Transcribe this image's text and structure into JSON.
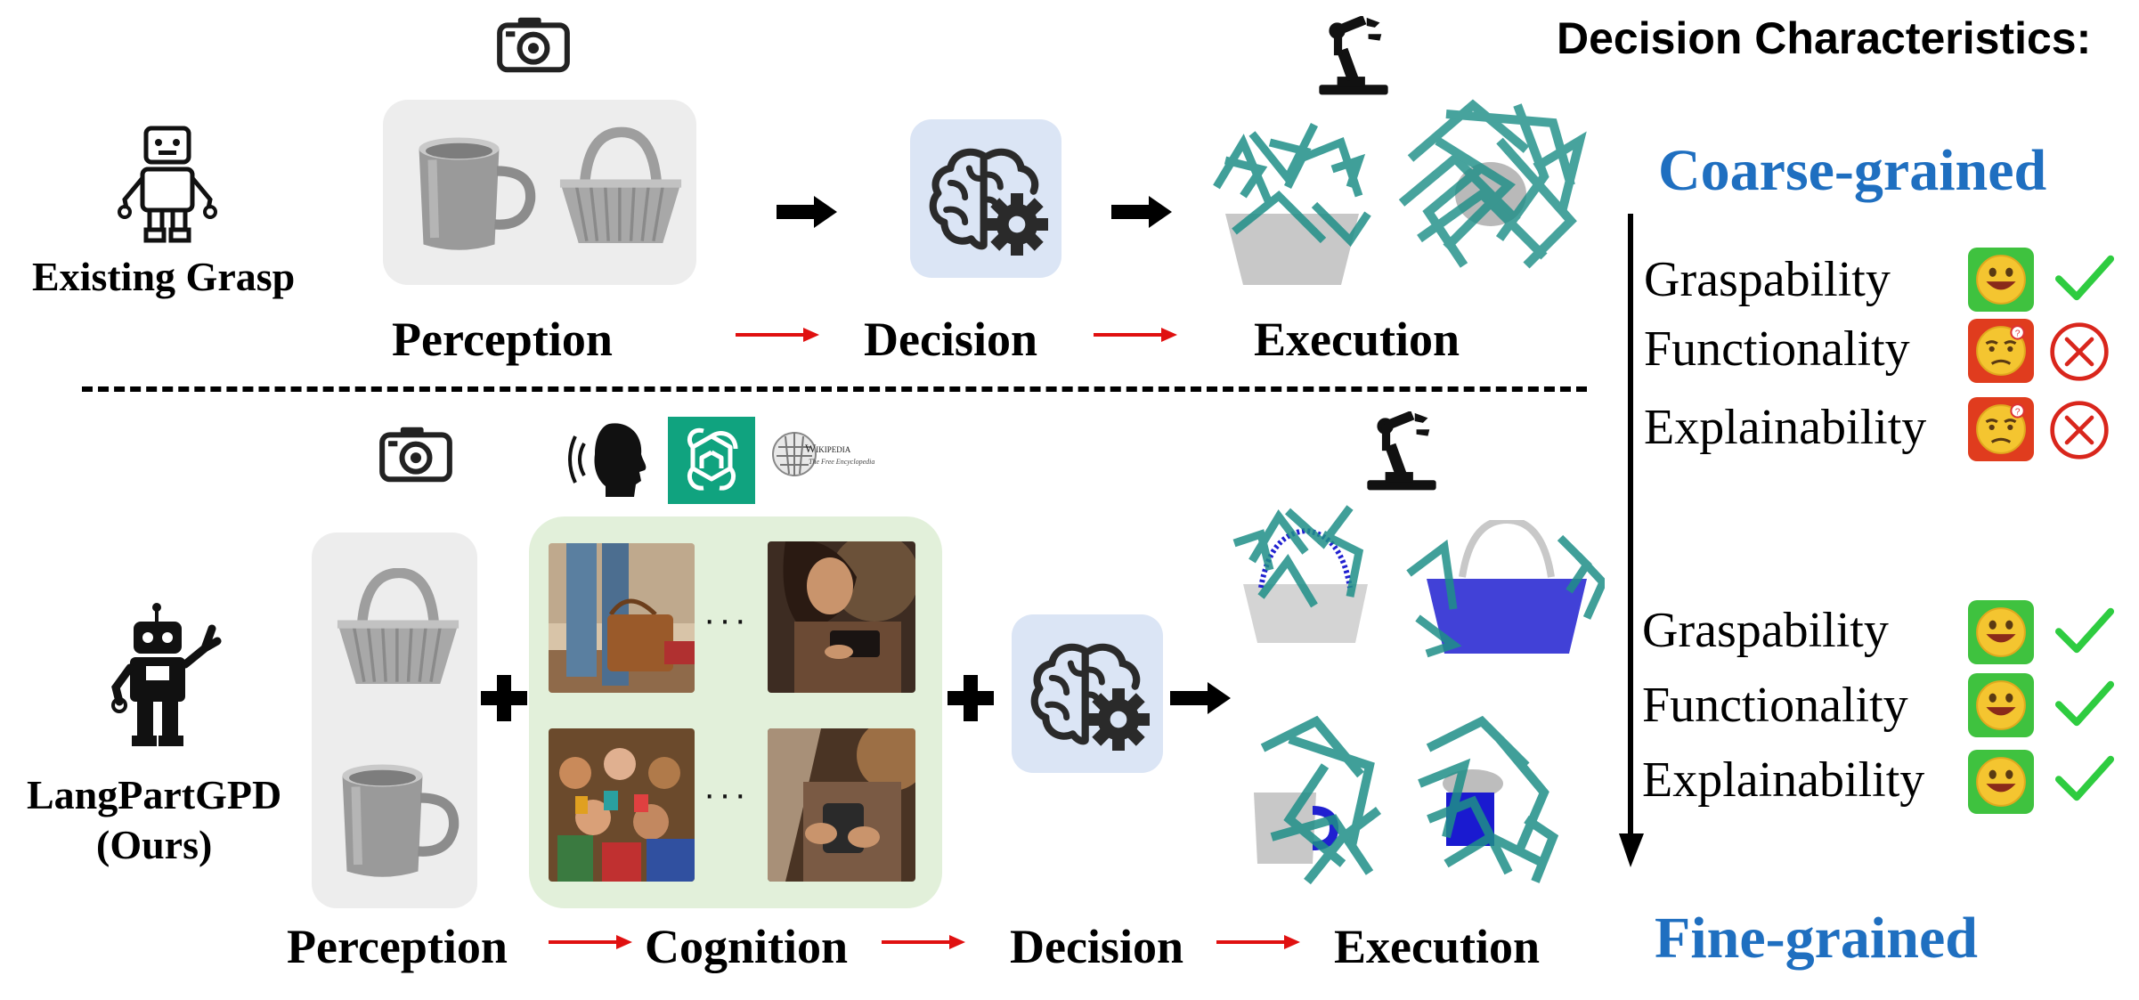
{
  "header": {
    "decision_characteristics": "Decision Characteristics:"
  },
  "top_row": {
    "method_label": "Existing Grasp",
    "stages": [
      "Perception",
      "Decision",
      "Execution"
    ]
  },
  "bottom_row": {
    "method_label_line1": "LangPartGPD",
    "method_label_line2": "(Ours)",
    "stages": [
      "Perception",
      "Cognition",
      "Decision",
      "Execution"
    ],
    "ellipsis": "···",
    "wiki_title": "Wikipedia",
    "wiki_subtitle": "The Free Encyclopedia"
  },
  "characteristics": {
    "coarse_title": "Coarse-grained",
    "fine_title": "Fine-grained",
    "coarse": [
      {
        "label": "Graspability",
        "status": "good"
      },
      {
        "label": "Functionality",
        "status": "bad"
      },
      {
        "label": "Explainability",
        "status": "bad"
      }
    ],
    "fine": [
      {
        "label": "Graspability",
        "status": "good"
      },
      {
        "label": "Functionality",
        "status": "good"
      },
      {
        "label": "Explainability",
        "status": "good"
      }
    ]
  },
  "colors": {
    "accent_blue": "#1f6fc0",
    "teal_gripper": "#1f8f88",
    "check_green": "#2ecc40",
    "cross_red": "#d9261c",
    "flow_arrow_red": "#e01010",
    "chatgpt_green": "#10a37f"
  },
  "icons": [
    "camera-icon",
    "robot-icon",
    "brain-gear-icon",
    "robot-arm-icon",
    "speaking-head-icon",
    "chatgpt-icon",
    "wikipedia-icon"
  ]
}
